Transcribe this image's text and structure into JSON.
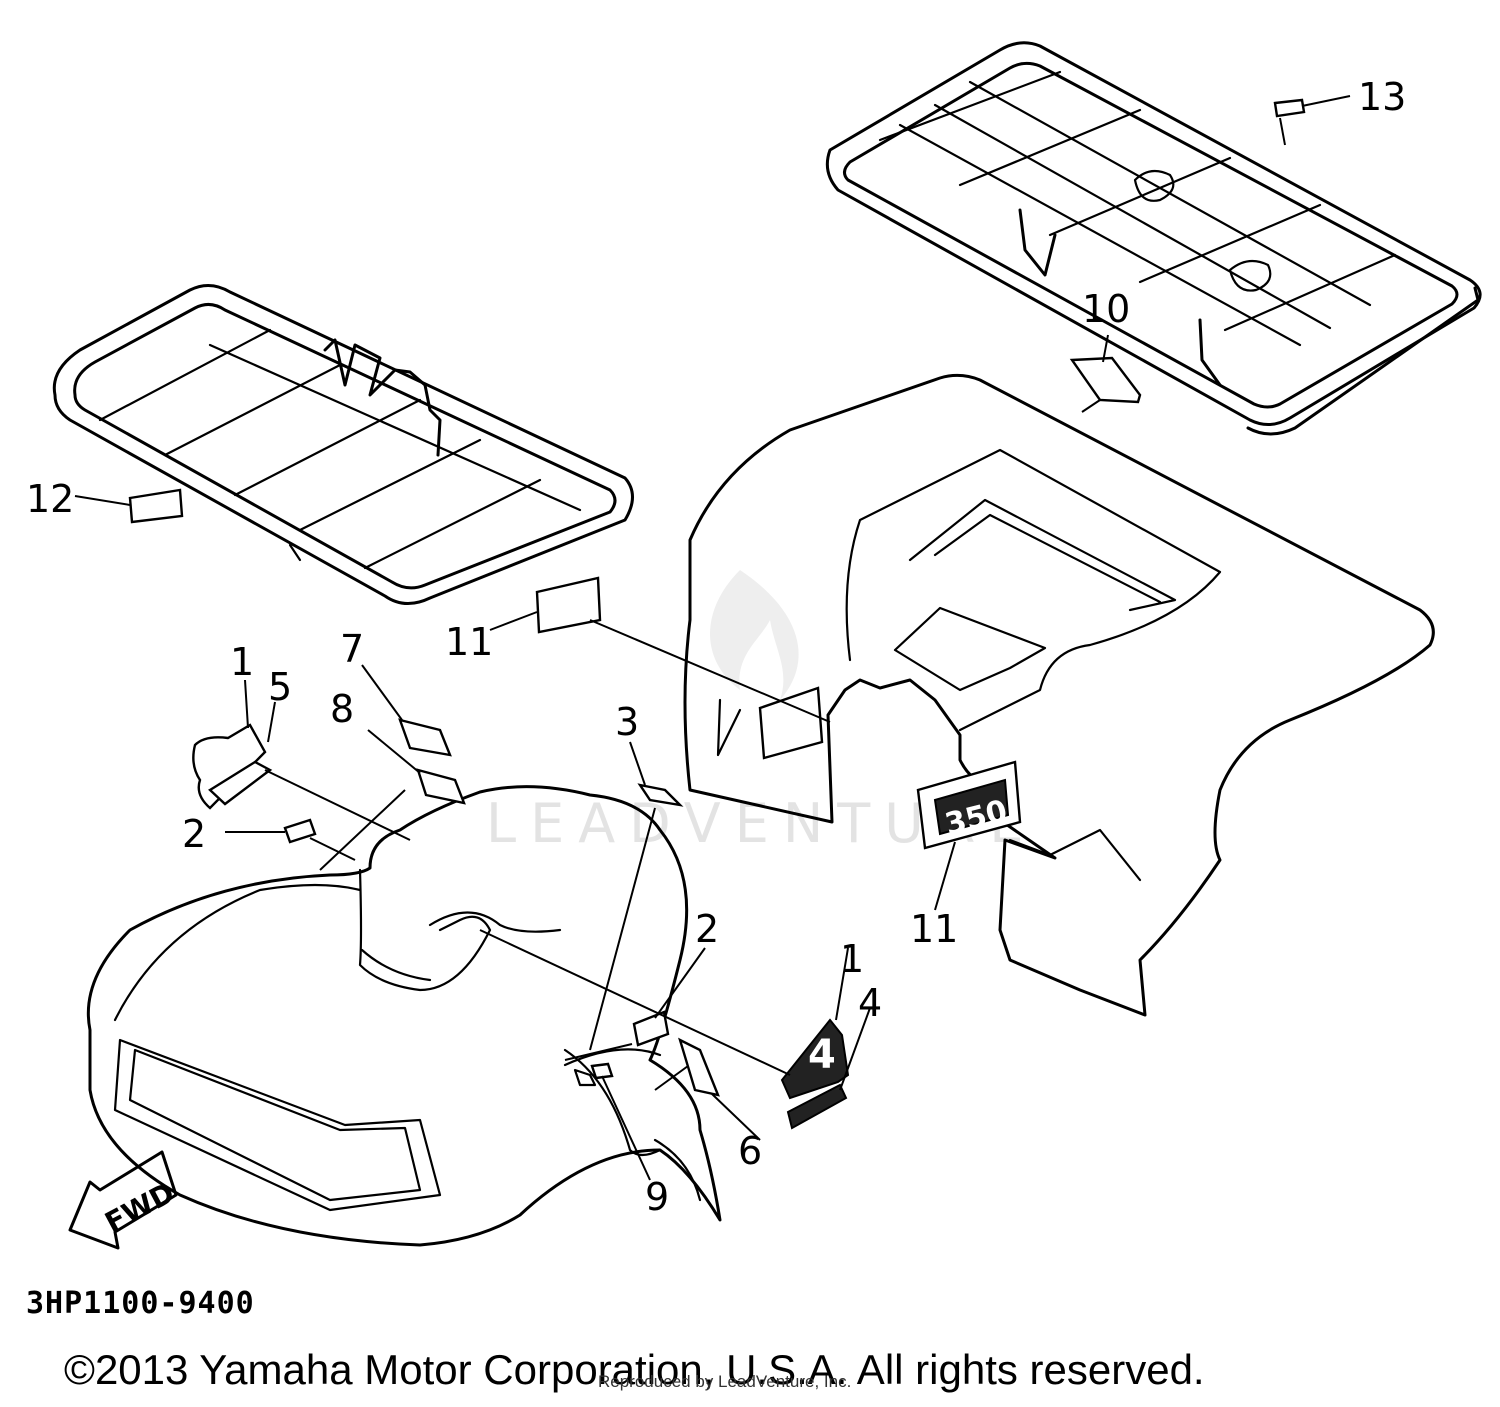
{
  "diagram": {
    "part_code": "3HP1100-9400",
    "copyright": "©2013 Yamaha Motor Corporation, U.S.A. All rights reserved.",
    "reproduced_by": "Reproduced by LeadVenture, Inc.",
    "watermark": "LEADVENTURE",
    "direction_label": "FWD",
    "decal_text": {
      "rear_badge": "350",
      "front_badge": "4"
    },
    "callouts": {
      "c1_top": "1",
      "c5": "5",
      "c7": "7",
      "c8": "8",
      "c2_left": "2",
      "c3": "3",
      "c2_right": "2",
      "c1_bottom": "1",
      "c4": "4",
      "c6": "6",
      "c9": "9",
      "c11_top": "11",
      "c11_bottom": "11",
      "c10": "10",
      "c12": "12",
      "c13": "13"
    }
  }
}
